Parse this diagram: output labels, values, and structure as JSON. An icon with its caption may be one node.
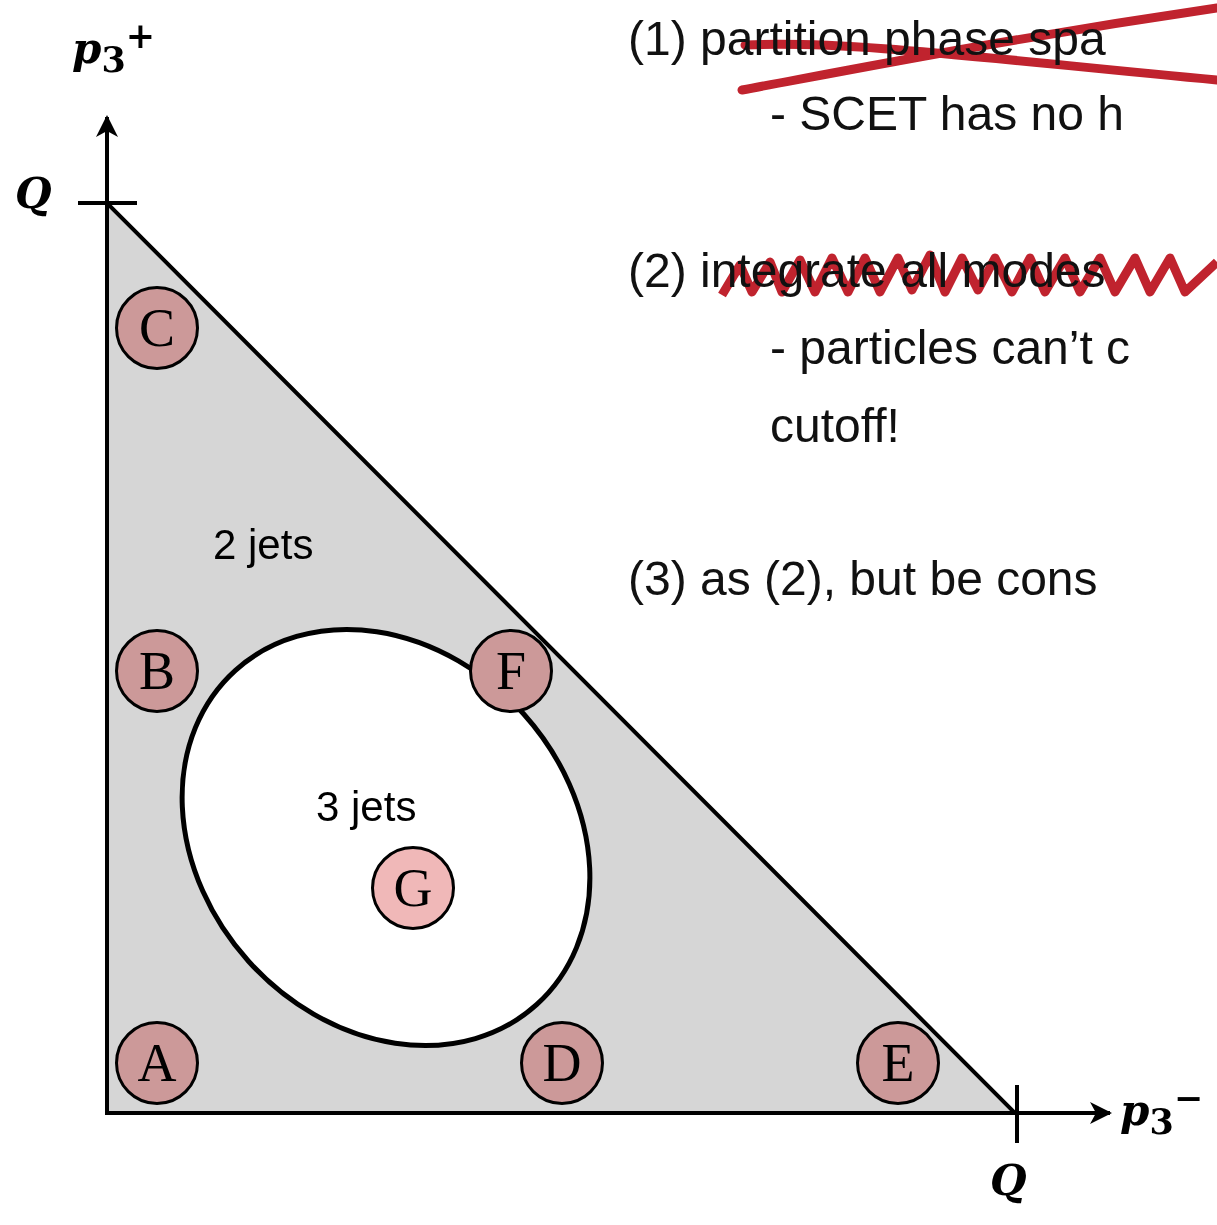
{
  "diagram": {
    "nodes": [
      {
        "text": [
          "2 jets"
        ]
      },
      {
        "text": [
          "3 jets"
        ],
        "in": 0
      },
      {
        "text": [
          "C"
        ],
        "in": 0
      },
      {
        "text": [
          "B"
        ],
        "in": 0
      },
      {
        "text": [
          "F"
        ],
        "in": 0
      },
      {
        "text": [
          "G"
        ],
        "in": 1
      },
      {
        "text": [
          "A"
        ],
        "in": 0
      },
      {
        "text": [
          "D"
        ],
        "in": 0
      },
      {
        "text": [
          "E"
        ],
        "in": 0
      }
    ],
    "edges": [],
    "labels": [
      "*p*$_{3}$$^{+}$",
      "*Q*",
      "(1) partition phase spa",
      "- SCET has no h",
      "(2) integrate all modes",
      "- particles can’t c",
      "cutoff!",
      "(3) as (2), but be cons",
      "*p*$_{3}$$^{−}$",
      "*Q*"
    ]
  }
}
